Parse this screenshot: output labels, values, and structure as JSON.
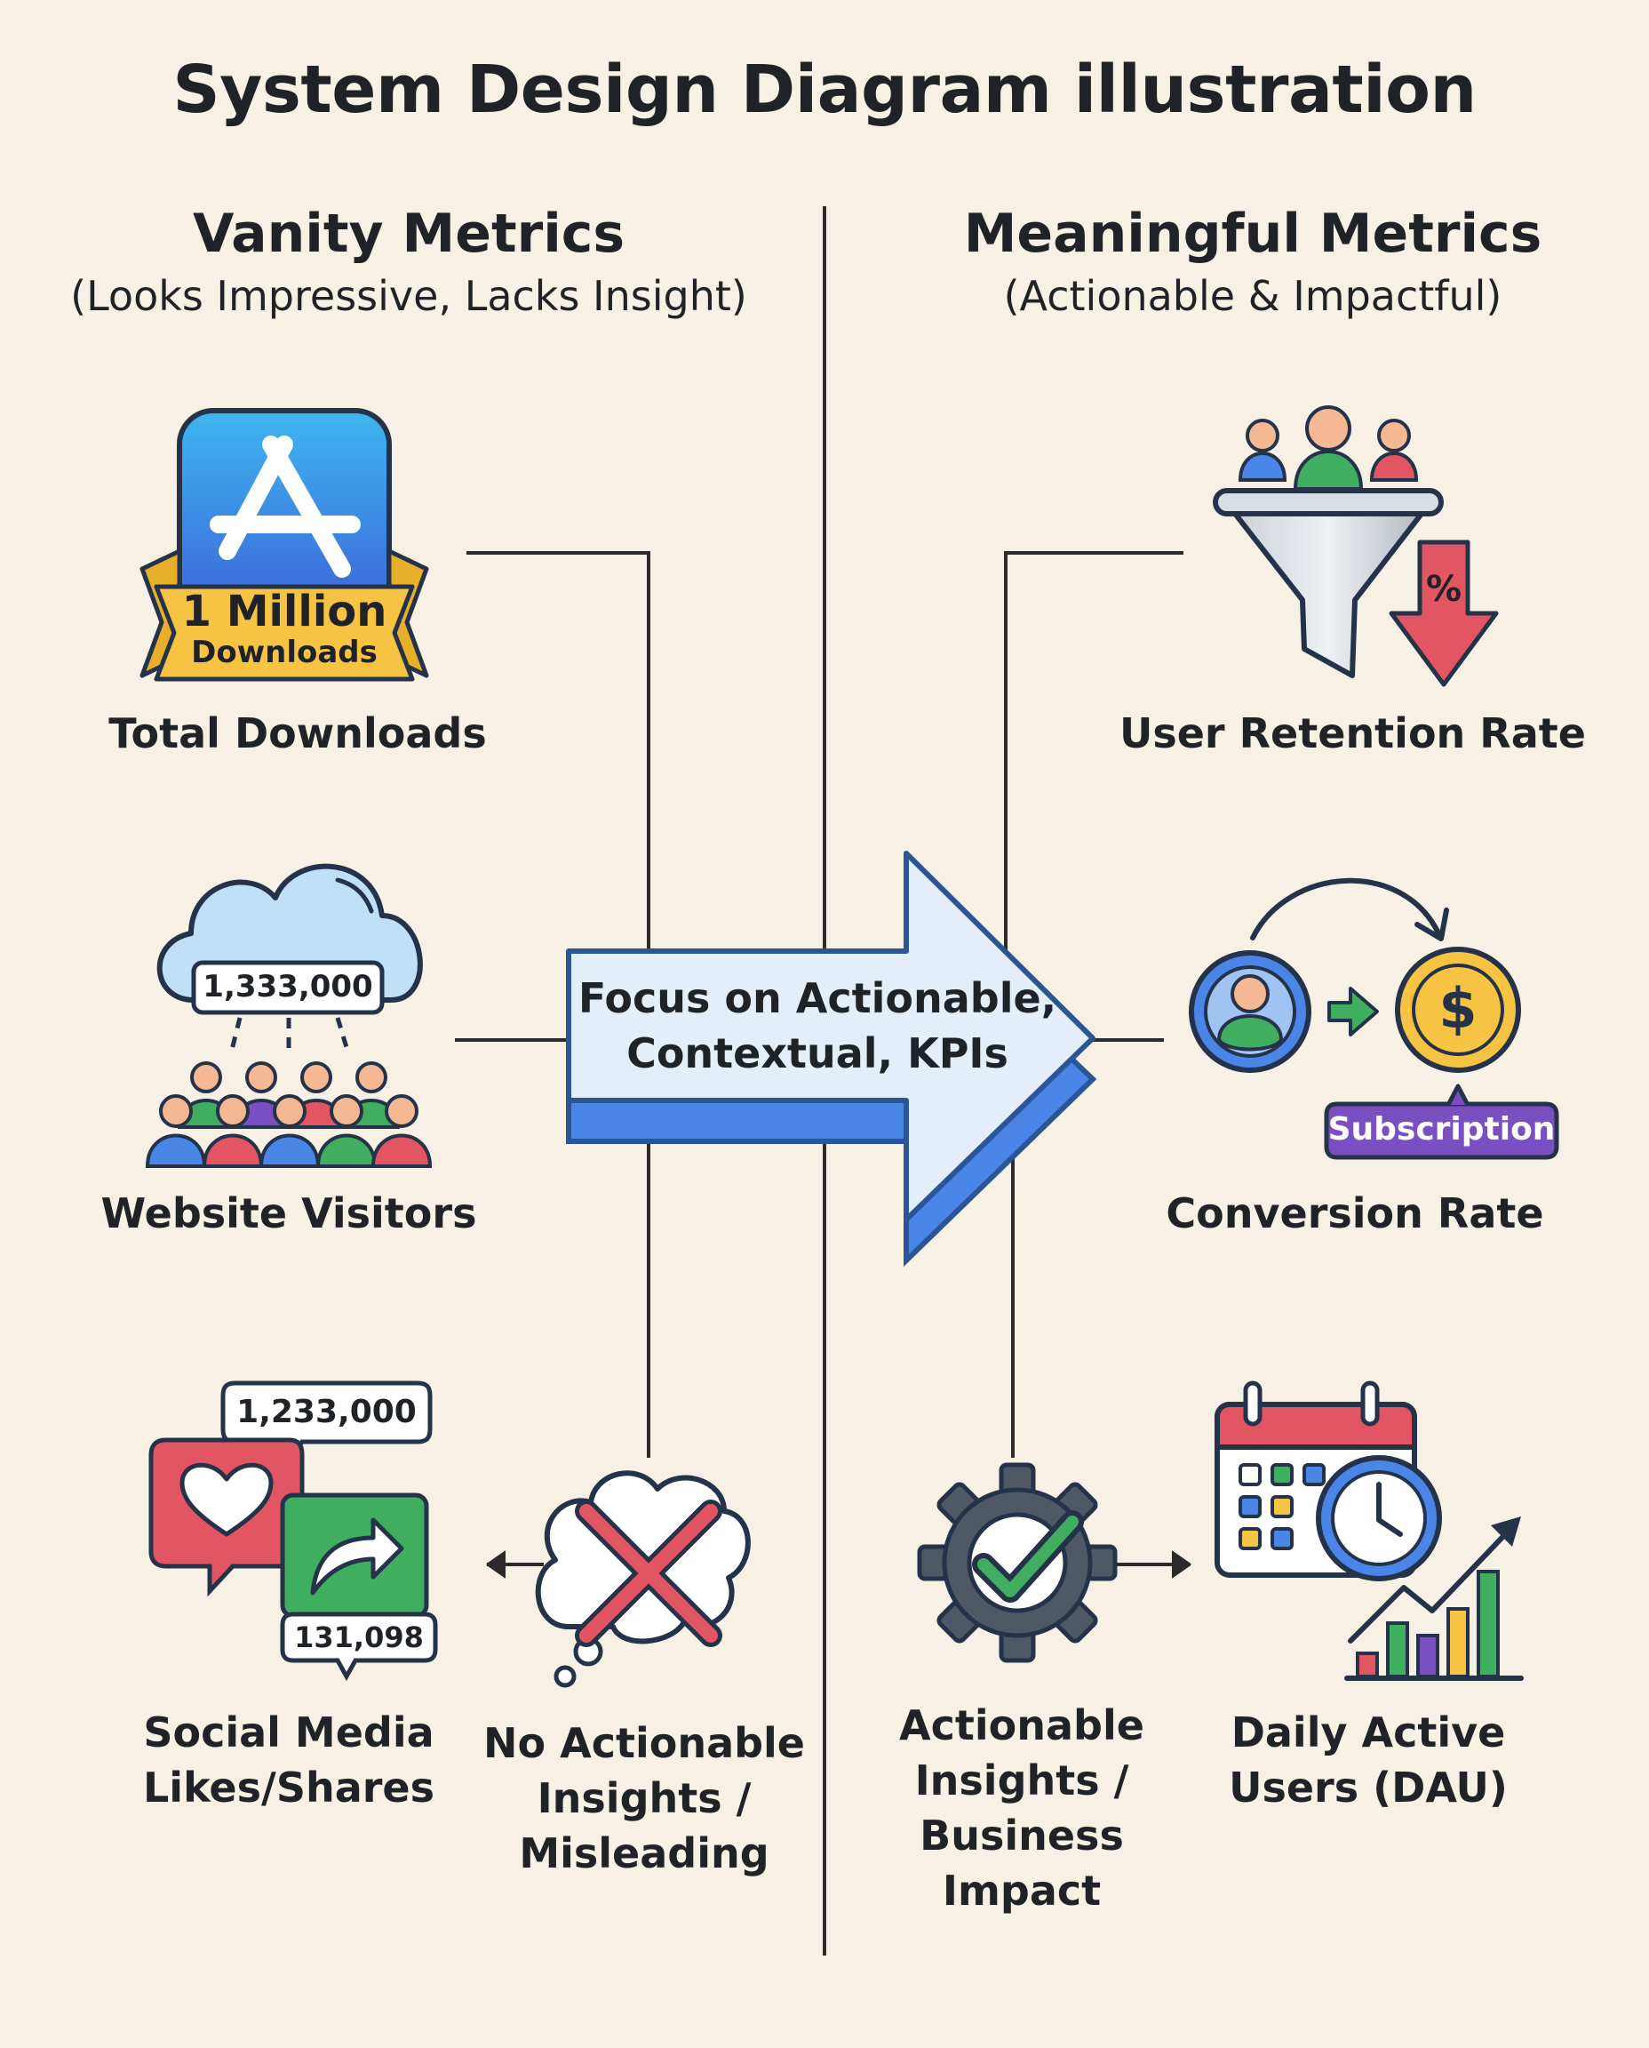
{
  "title": "System Design Diagram illustration",
  "left": {
    "heading": "Vanity Metrics",
    "subheading": "(Looks Impressive, Lacks Insight)",
    "items": [
      {
        "label": "Total Downloads",
        "badge_line1": "1 Million",
        "badge_line2": "Downloads",
        "icon": "app-store-icon"
      },
      {
        "label": "Website Visitors",
        "counter": "1,333,000",
        "icon": "cloud-crowd-icon"
      },
      {
        "label_lines": [
          "Social Media",
          "Likes/Shares"
        ],
        "likes_count": "1,233,000",
        "shares_count": "131,098",
        "icon": "social-icon"
      }
    ],
    "outcome": {
      "label_lines": [
        "No Actionable",
        "Insights /",
        "Misleading"
      ],
      "icon": "x-thought-icon"
    }
  },
  "right": {
    "heading": "Meaningful Metrics",
    "subheading": "(Actionable & Impactful)",
    "items": [
      {
        "label": "User Retention Rate",
        "icon": "funnel-icon",
        "percent_symbol": "%"
      },
      {
        "label": "Conversion Rate",
        "icon": "conversion-icon",
        "tag": "Subscription",
        "currency_symbol": "$"
      },
      {
        "label_lines": [
          "Daily Active",
          "Users (DAU)"
        ],
        "icon": "calendar-chart-icon"
      }
    ],
    "outcome": {
      "label_lines": [
        "Actionable",
        "Insights /",
        "Business",
        "Impact"
      ],
      "icon": "gear-check-icon"
    }
  },
  "center_arrow": {
    "label_lines": [
      "Focus on Actionable,",
      "Contextual, KPIs"
    ]
  },
  "colors": {
    "background": "#f7f0e4",
    "blue": "#4a86e8",
    "green": "#3fae5f",
    "red": "#e25563",
    "yellow": "#f6c343",
    "purple": "#7a4fc2",
    "arrow_fill": "#e3eefa",
    "arrow_stroke": "#2c5596"
  }
}
